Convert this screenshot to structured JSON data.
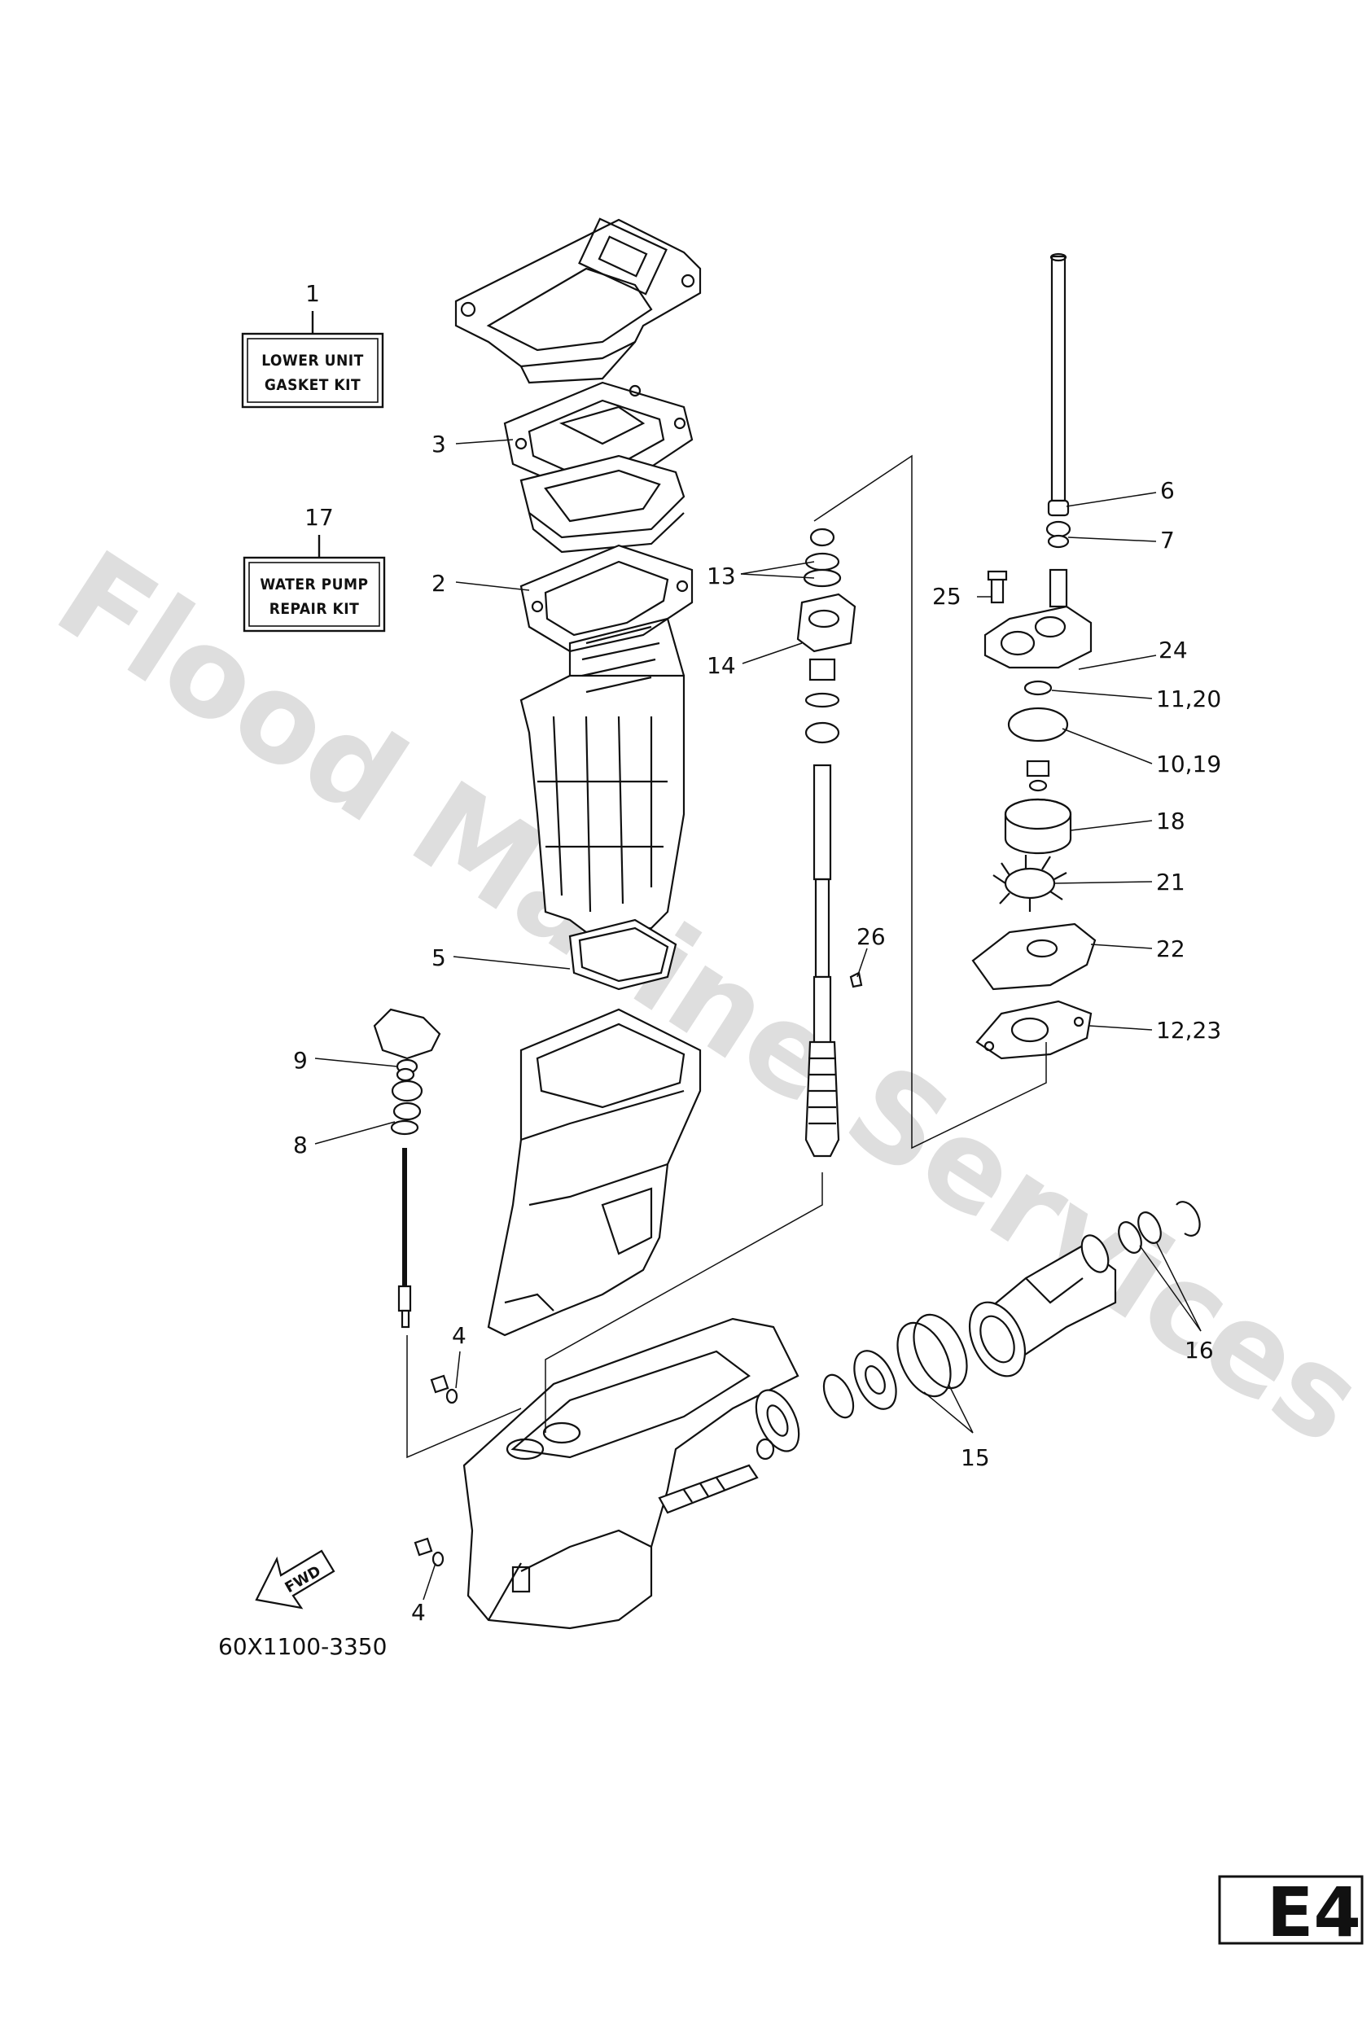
{
  "watermark": "Flood Marine Services",
  "diagram_code": "60X1100-3350",
  "page_code": "E4",
  "kits": [
    {
      "num": "1",
      "line1": "LOWER UNIT",
      "line2": "GASKET KIT"
    },
    {
      "num": "17",
      "line1": "WATER PUMP",
      "line2": "REPAIR KIT"
    }
  ],
  "callouts": {
    "c3": "3",
    "c2": "2",
    "c5": "5",
    "c9": "9",
    "c8": "8",
    "c4a": "4",
    "c4b": "4",
    "c13": "13",
    "c14": "14",
    "c26": "26",
    "c15": "15",
    "c16": "16",
    "c6": "6",
    "c7": "7",
    "c25": "25",
    "c24": "24",
    "c1120": "11,20",
    "c1019": "10,19",
    "c18": "18",
    "c21": "21",
    "c22": "22",
    "c1223": "12,23"
  },
  "fwd_label": "FWD"
}
